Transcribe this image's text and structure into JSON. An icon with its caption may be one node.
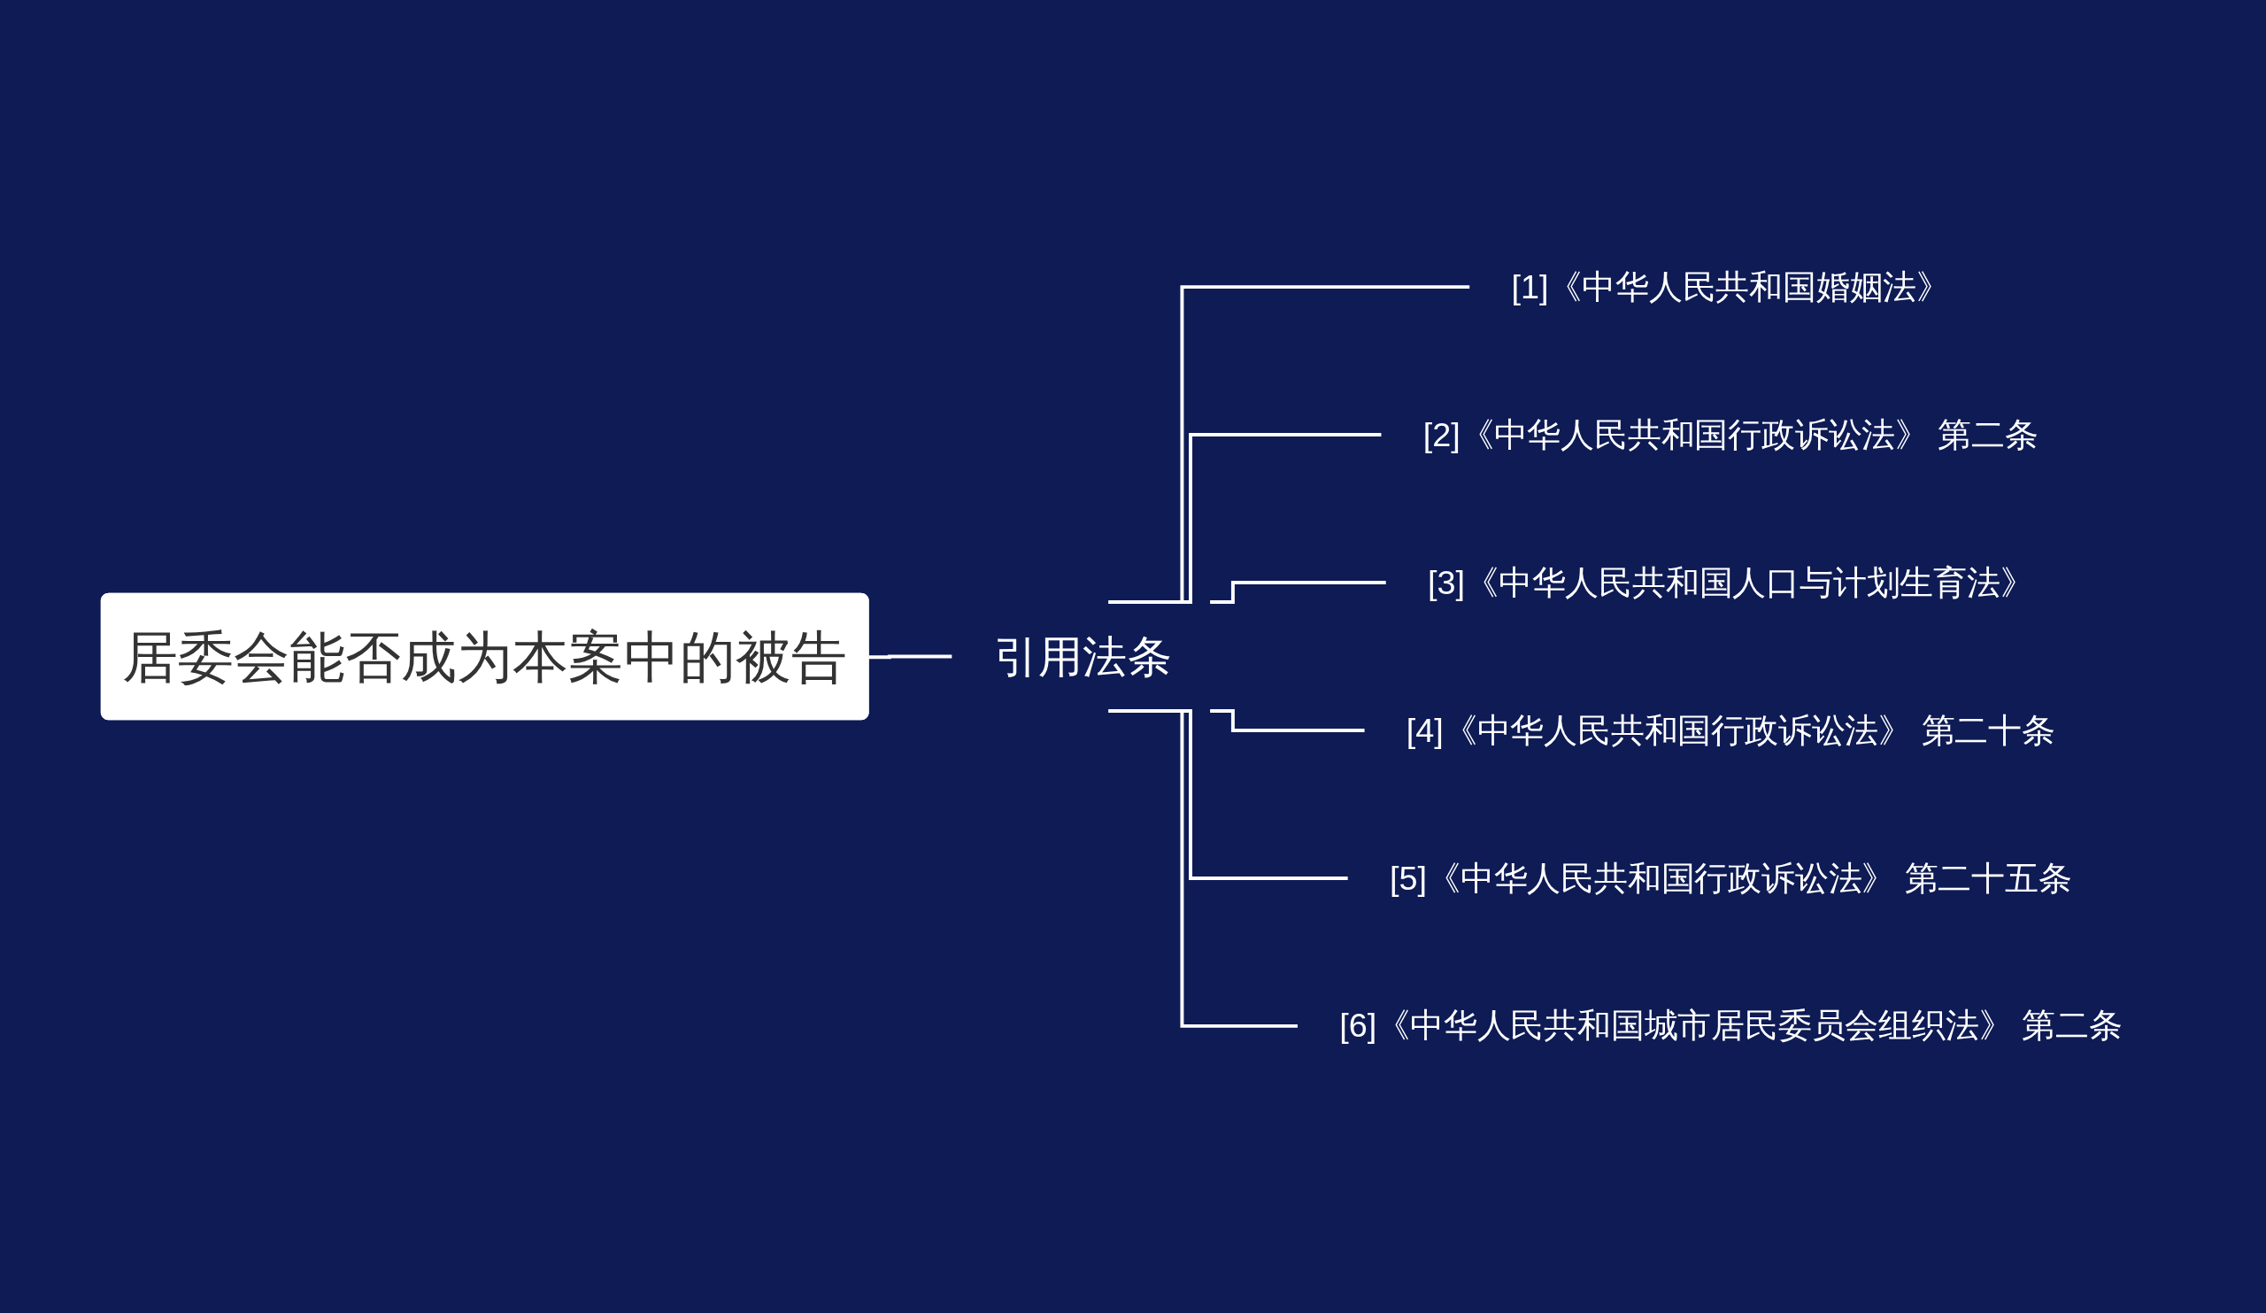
{
  "diagram": {
    "nodes": [
      {
        "text": [
          "居委会能否成为本案中的被告"
        ]
      },
      {
        "text": [
          "引用法条"
        ]
      },
      {
        "text": [
          "[1]《中华人民共和国婚姻法》"
        ]
      },
      {
        "text": [
          "[2]《中华人民共和国行政诉讼法》 第二条"
        ]
      },
      {
        "text": [
          "[3]《中华人民共和国人口与计划生育法》"
        ]
      },
      {
        "text": [
          "[4]《中华人民共和国行政诉讼法》 第二十条"
        ]
      },
      {
        "text": [
          "[5]《中华人民共和国行政诉讼法》 第二十五条"
        ]
      },
      {
        "text": [
          "[6]《中华人民共和国城市居民委员会组织法》 第二条"
        ]
      }
    ],
    "edges": [
      {
        "from": 0,
        "to": 1,
        "arrow": "none"
      },
      {
        "from": 1,
        "to": 2,
        "arrow": "none"
      },
      {
        "from": 1,
        "to": 3,
        "arrow": "none"
      },
      {
        "from": 1,
        "to": 4,
        "arrow": "none"
      },
      {
        "from": 1,
        "to": 5,
        "arrow": "none"
      },
      {
        "from": 1,
        "to": 6,
        "arrow": "none"
      },
      {
        "from": 1,
        "to": 7,
        "arrow": "none"
      }
    ]
  }
}
